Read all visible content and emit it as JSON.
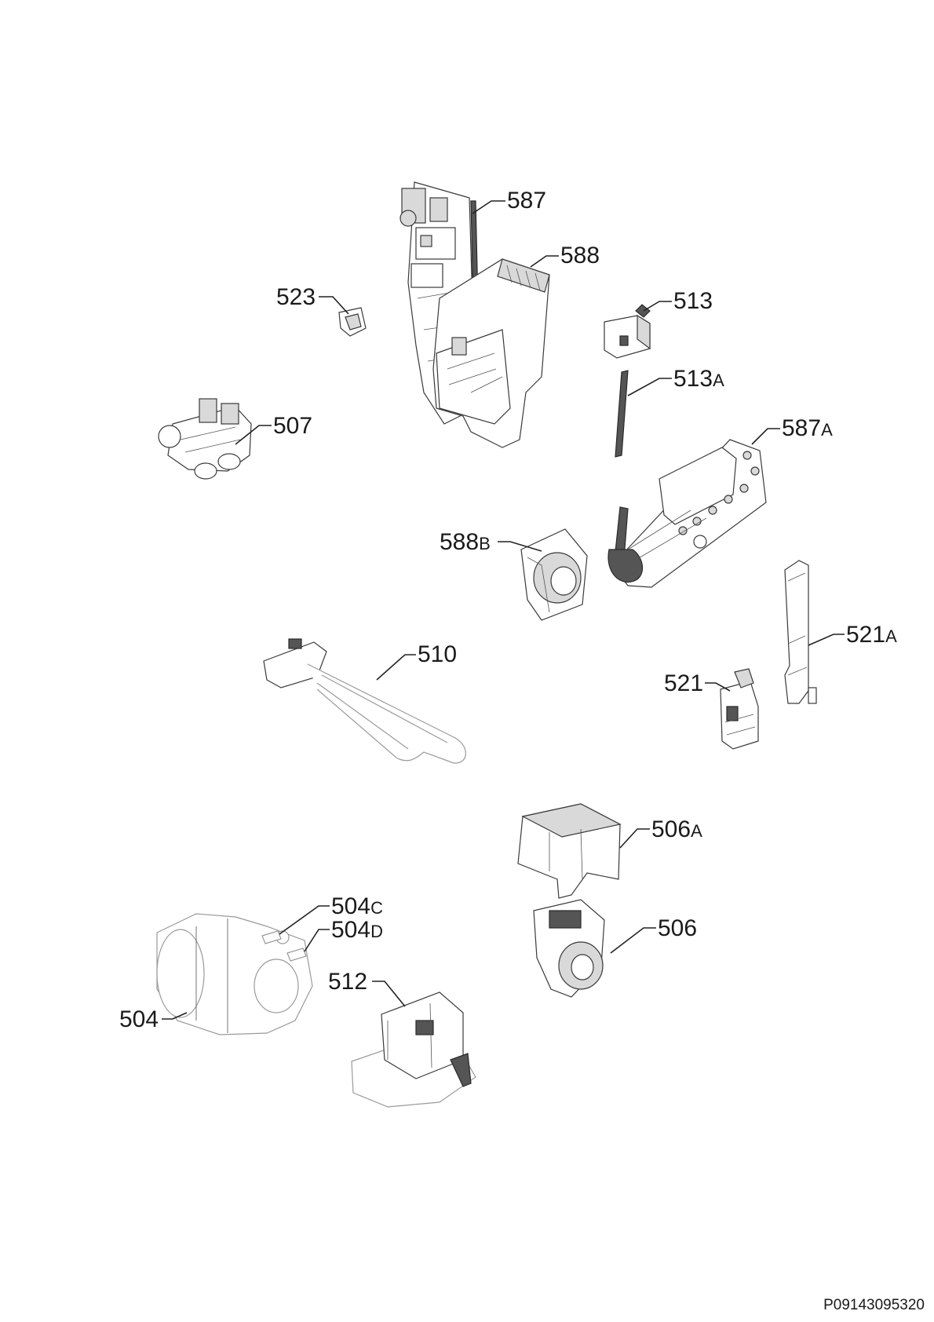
{
  "labels": [
    {
      "id": "587",
      "num": "587",
      "suffix": ""
    },
    {
      "id": "588",
      "num": "588",
      "suffix": ""
    },
    {
      "id": "523",
      "num": "523",
      "suffix": ""
    },
    {
      "id": "513",
      "num": "513",
      "suffix": ""
    },
    {
      "id": "513A",
      "num": "513",
      "suffix": "A"
    },
    {
      "id": "507",
      "num": "507",
      "suffix": ""
    },
    {
      "id": "587A",
      "num": "587",
      "suffix": "A"
    },
    {
      "id": "588B",
      "num": "588",
      "suffix": "B"
    },
    {
      "id": "510",
      "num": "510",
      "suffix": ""
    },
    {
      "id": "521A",
      "num": "521",
      "suffix": "A"
    },
    {
      "id": "521",
      "num": "521",
      "suffix": ""
    },
    {
      "id": "506A",
      "num": "506",
      "suffix": "A"
    },
    {
      "id": "504C",
      "num": "504",
      "suffix": "C"
    },
    {
      "id": "504D",
      "num": "504",
      "suffix": "D"
    },
    {
      "id": "506",
      "num": "506",
      "suffix": ""
    },
    {
      "id": "512",
      "num": "512",
      "suffix": ""
    },
    {
      "id": "504",
      "num": "504",
      "suffix": ""
    }
  ],
  "doc_code": "P09143095320"
}
